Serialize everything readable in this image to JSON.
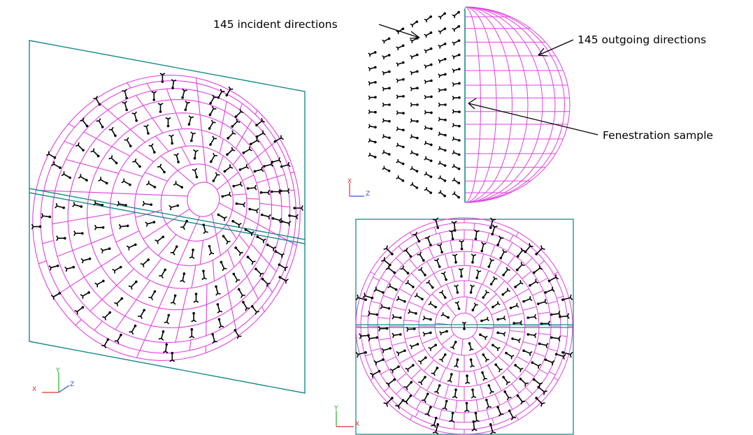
{
  "annotations": {
    "incident": "145 incident directions",
    "outgoing": "145 outgoing directions",
    "fenestration": "Fenestration sample"
  },
  "axes": {
    "persp": {
      "x": "X",
      "y": "Y",
      "z": "Z"
    },
    "side": {
      "x": "X",
      "z": "Z"
    },
    "front": {
      "x": "X",
      "y": "Y"
    }
  },
  "colors": {
    "mesh": "#e040e0",
    "sample": "#1a8a8a",
    "glyph": "#000000",
    "axis_x": "#e03030",
    "axis_y": "#20b020",
    "axis_z": "#3050e0"
  }
}
